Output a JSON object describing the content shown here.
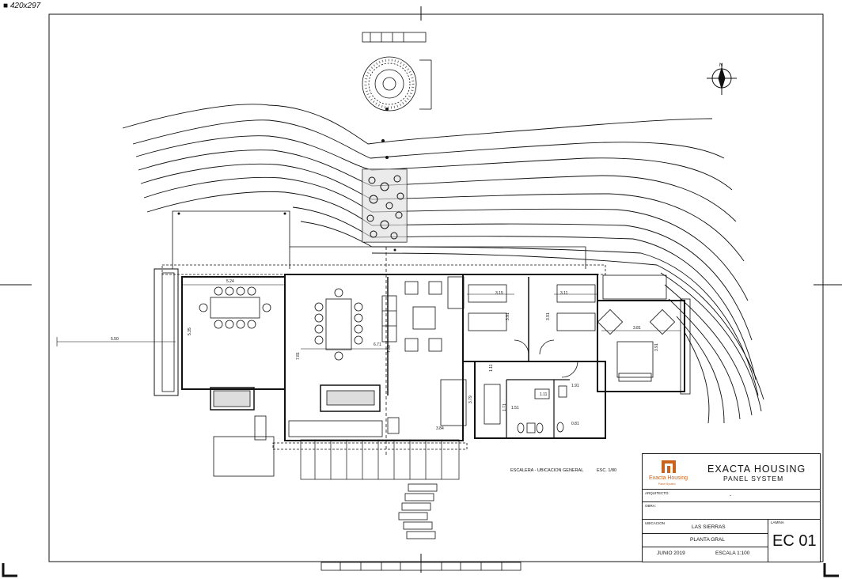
{
  "sheet": {
    "size_label": "420x297"
  },
  "plan": {
    "north_label": "N",
    "stair_caption": "ESCALERA - UBICACION GENERAL",
    "stair_scale": "ESC. 1/80",
    "dimensions": {
      "d524": "5.24",
      "d550": "5.50",
      "d535": "5.35",
      "d671": "6.71",
      "d739": "7.39",
      "d781": "7.81",
      "d315": "3.15",
      "d311": "3.11",
      "d391a": "3.91",
      "d391b": "3.91",
      "d381": "3.81",
      "d391c": "3.91",
      "d111a": "1.11",
      "d379": "3.79",
      "d151": "1.51",
      "d111b": "1.11",
      "d191": "1.91",
      "d171": "1.71",
      "d384": "3.84",
      "d081": "0.81"
    }
  },
  "title_block": {
    "company": "EXACTA HOUSING",
    "subtitle": "PANEL SYSTEM",
    "logo_name": "Exacta Housing",
    "logo_tagline": "Panel System",
    "architect_label": "ARQUITECTO:",
    "architect_value": "-",
    "project_label": "OBRA:",
    "location_label": "UBICACION",
    "location_value": "LAS SIERRAS",
    "drawing_value": "PLANTA GRAL",
    "sheet_label": "LAMINA",
    "sheet_code": "EC 01",
    "date": "JUNIO 2019",
    "scale": "ESCALA 1:100"
  },
  "colors": {
    "logo": "#c8641e",
    "line": "#111111"
  }
}
